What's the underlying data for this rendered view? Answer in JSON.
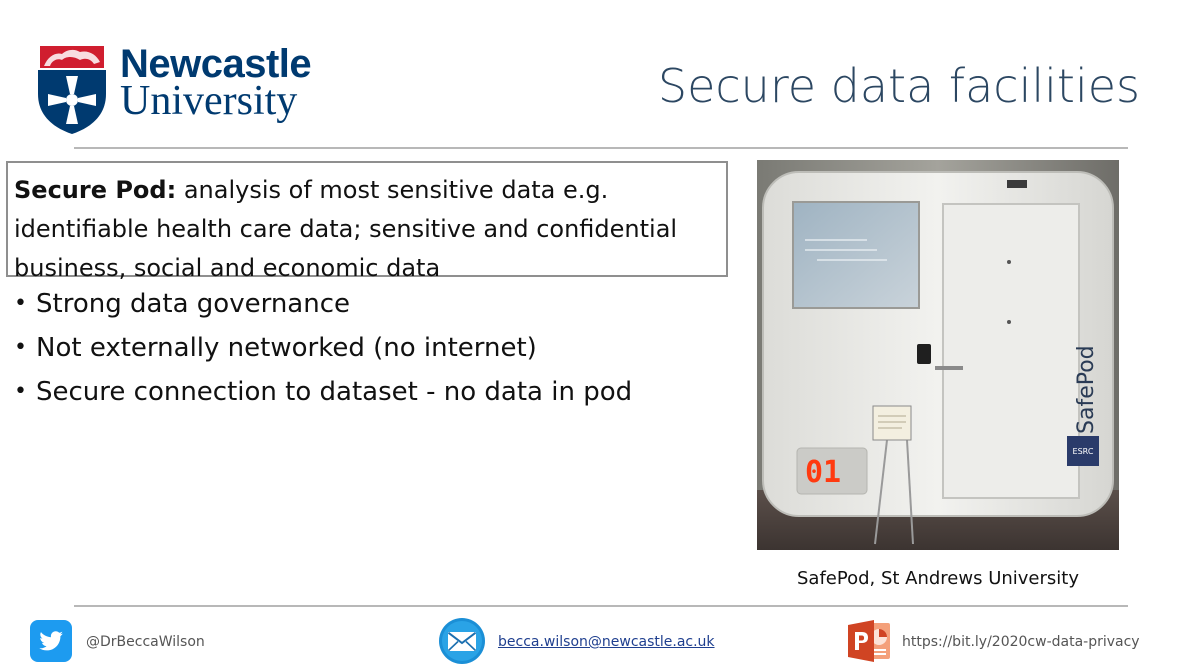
{
  "logo": {
    "line1": "Newcastle",
    "line2": "University"
  },
  "slide": {
    "title": "Secure data facilities"
  },
  "highlight": {
    "lead": "Secure Pod:",
    "text": " analysis of most sensitive data e.g. identifiable health care data; sensitive and confidential business, social and economic data"
  },
  "bullets": [
    "Strong data governance",
    "Not externally networked (no internet)",
    "Secure connection to dataset - no data in pod"
  ],
  "photo": {
    "caption": "SafePod, St Andrews University",
    "pod_brand": "SafePod",
    "pod_number": "01",
    "pod_badge": "ESRC"
  },
  "footer": {
    "twitter_handle": "@DrBeccaWilson",
    "email": "becca.wilson@newcastle.ac.uk",
    "url": "https://bit.ly/2020cw-data-privacy",
    "icons": [
      "twitter-icon",
      "email-icon",
      "powerpoint-icon"
    ]
  },
  "colors": {
    "brand_blue": "#003a70",
    "brand_red": "#d01e2f",
    "title": "#2c4762",
    "twitter": "#1d9bf0",
    "email_icon": "#1b8fd6",
    "powerpoint": "#d04423",
    "led": "#ff3a10"
  }
}
